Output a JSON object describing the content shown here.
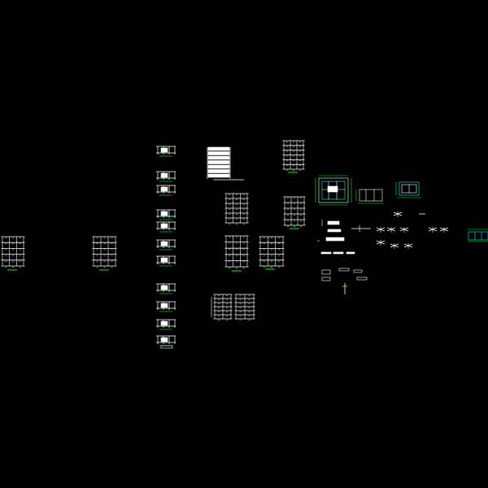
{
  "canvas": {
    "background": "#000000"
  },
  "colors": {
    "line": "#ffffff",
    "dim": "#00ff00",
    "accent": "#00ffff",
    "highlight": "#ffff00"
  },
  "drawing_groups": [
    {
      "name": "frame-elevation-left-1",
      "kind": "elevation"
    },
    {
      "name": "frame-elevation-left-2",
      "kind": "elevation"
    },
    {
      "name": "frame-sections-column-1",
      "kind": "sections"
    },
    {
      "name": "frame-sections-column-2",
      "kind": "sections"
    },
    {
      "name": "frame-sections-column-3",
      "kind": "sections"
    },
    {
      "name": "plan-drawing-1",
      "kind": "plan"
    },
    {
      "name": "plan-drawing-2",
      "kind": "plan"
    },
    {
      "name": "plan-drawing-3",
      "kind": "plan"
    },
    {
      "name": "detail-cluster",
      "kind": "details"
    },
    {
      "name": "cyan-plan-right",
      "kind": "plan"
    }
  ]
}
